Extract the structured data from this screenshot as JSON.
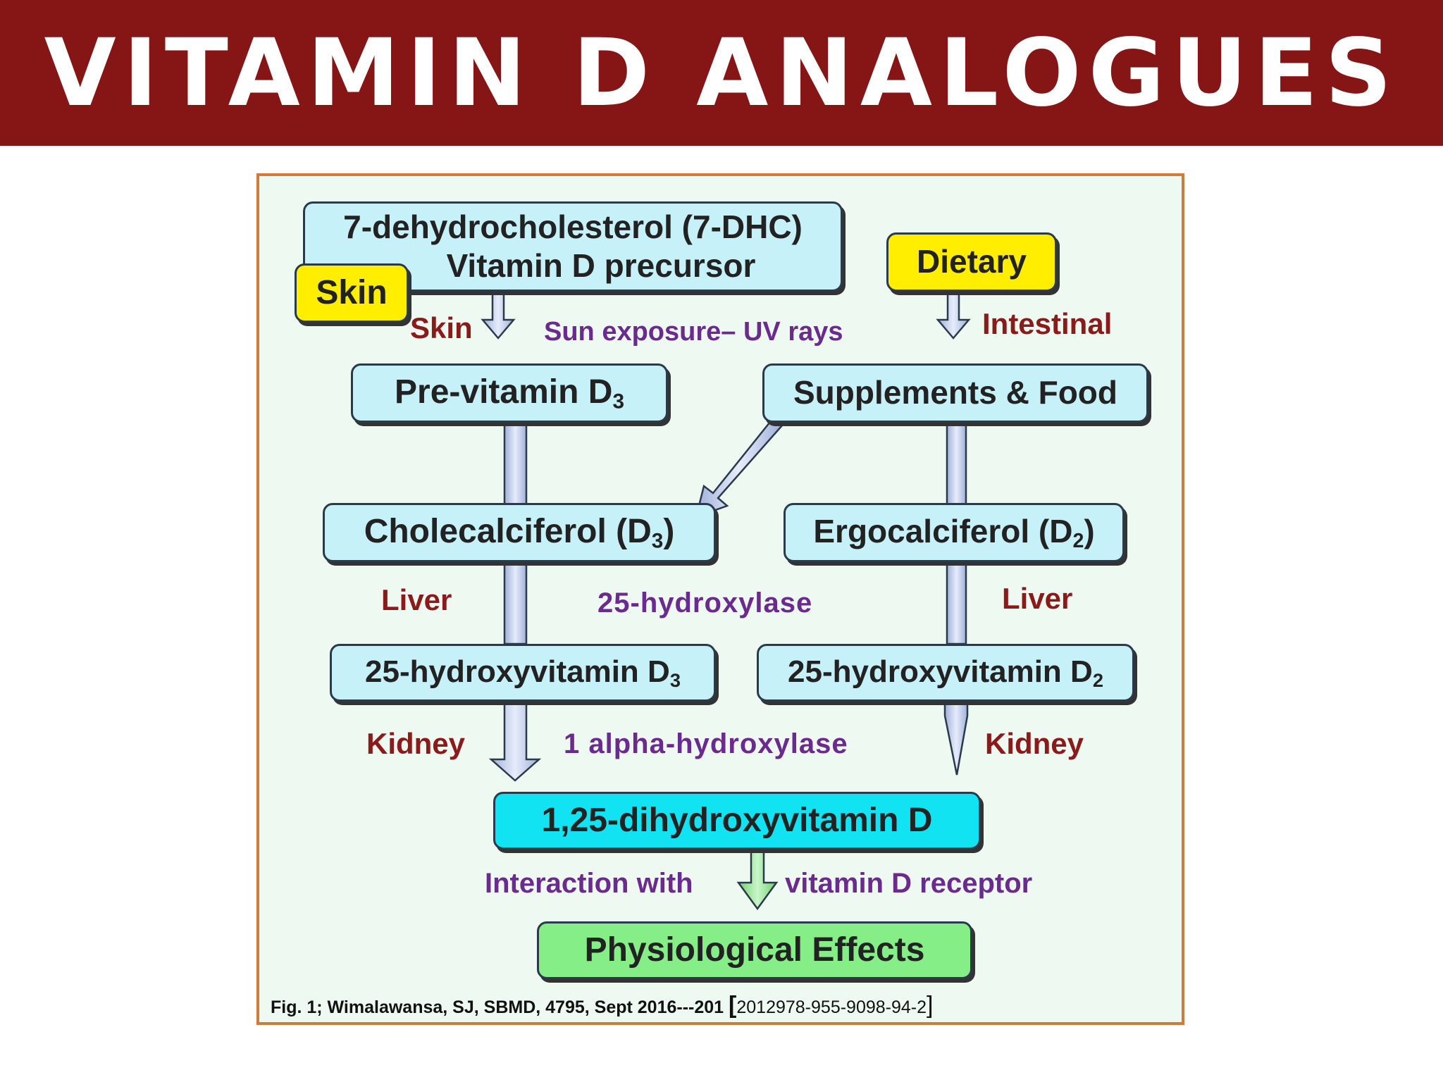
{
  "slide_title": "VITAMIN D ANALOGUES",
  "boxes": {
    "precursor_line1": "7-dehydrocholesterol (7-DHC)",
    "precursor_line2": "Vitamin D precursor",
    "skin_badge": "Skin",
    "dietary_badge": "Dietary",
    "previtamin": "Pre-vitamin D",
    "previtamin_sub": "3",
    "supplements": "Supplements & Food",
    "cholecalciferol": "Cholecalciferol (D",
    "cholecalciferol_sub": "3",
    "cholecalciferol_end": ")",
    "ergocalciferol": "Ergocalciferol (D",
    "ergocalciferol_sub": "2",
    "ergocalciferol_end": ")",
    "hydroxy_d3": "25-hydroxyvitamin D",
    "hydroxy_d3_sub": "3",
    "hydroxy_d2": "25-hydroxyvitamin D",
    "hydroxy_d2_sub": "2",
    "dihydroxy": "1,25-dihydroxyvitamin D",
    "effects": "Physiological Effects"
  },
  "labels": {
    "skin": "Skin",
    "sun": "Sun exposure– UV rays",
    "intestinal": "Intestinal",
    "liver_left": "Liver",
    "hydroxylase_25": "25-hydroxylase",
    "liver_right": "Liver",
    "kidney_left": "Kidney",
    "alpha_hydroxylase": "1 alpha-hydroxylase",
    "kidney_right": "Kidney",
    "interaction": "Interaction with",
    "receptor": "vitamin D receptor"
  },
  "caption": {
    "citation": "Fig. 1; Wimalawansa, SJ,  SBMD, 4795, Sept 2016---201 ",
    "bracket_open": "[",
    "isbn": "2012978-955-9098-94-2",
    "bracket_close": "]"
  },
  "colors": {
    "banner": "#861616",
    "box_fill": "#c7f1f8",
    "badge_fill": "#ffee00",
    "active_fill": "#12e3f2",
    "effects_fill": "#86ee86",
    "panel_bg": "#eef9f1",
    "panel_border": "#d27a3a",
    "arrow_fill": "#c9d3ec",
    "green_arrow": "#8fe08f",
    "label_red": "#8b1a1a",
    "label_purple": "#6b2a8e"
  }
}
